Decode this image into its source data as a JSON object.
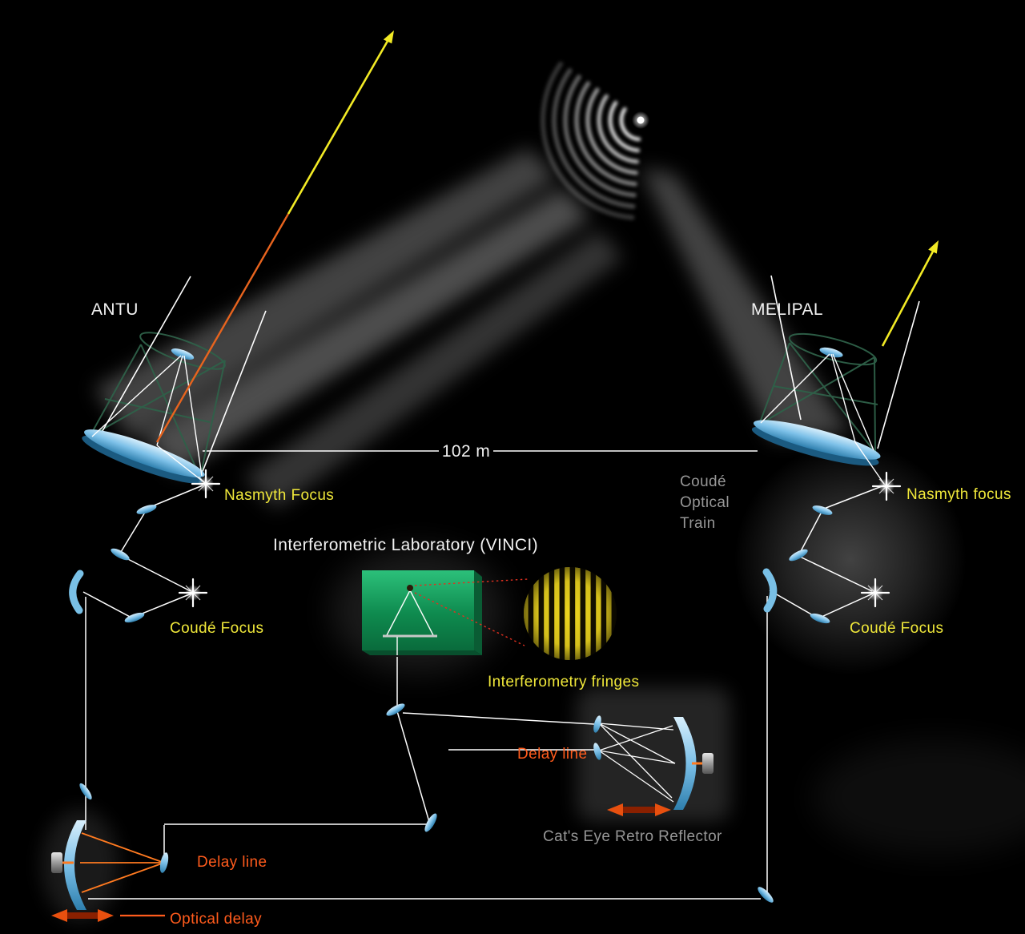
{
  "colors": {
    "background": "#000000",
    "label_white": "#f2f2f2",
    "label_yellow": "#f0e83a",
    "label_orange": "#ff5b1c",
    "label_gray": "#969696",
    "beam_white": "#ffffff",
    "mirror_blue": "#6fb8e0",
    "lab_green": "#14965a",
    "star_ray_orange": "#e8641e",
    "arrow_yellow": "#f2ea25",
    "fringe_yellow": "#edd51e"
  },
  "telescopes": {
    "left": {
      "name": "ANTU"
    },
    "right": {
      "name": "MELIPAL"
    }
  },
  "labels": {
    "baseline": "102 m",
    "nasmyth_left": "Nasmyth Focus",
    "nasmyth_right": "Nasmyth focus",
    "coude_train_1": "Coudé",
    "coude_train_2": "Optical",
    "coude_train_3": "Train",
    "laboratory": "Interferometric Laboratory (VINCI)",
    "coude_focus_left": "Coudé Focus",
    "coude_focus_right": "Coudé Focus",
    "fringes": "Interferometry fringes",
    "delay_line_right": "Delay  line",
    "cats_eye": "Cat's Eye Retro Reflector",
    "delay_line_left": "Delay  line",
    "optical_delay": "Optical delay"
  }
}
